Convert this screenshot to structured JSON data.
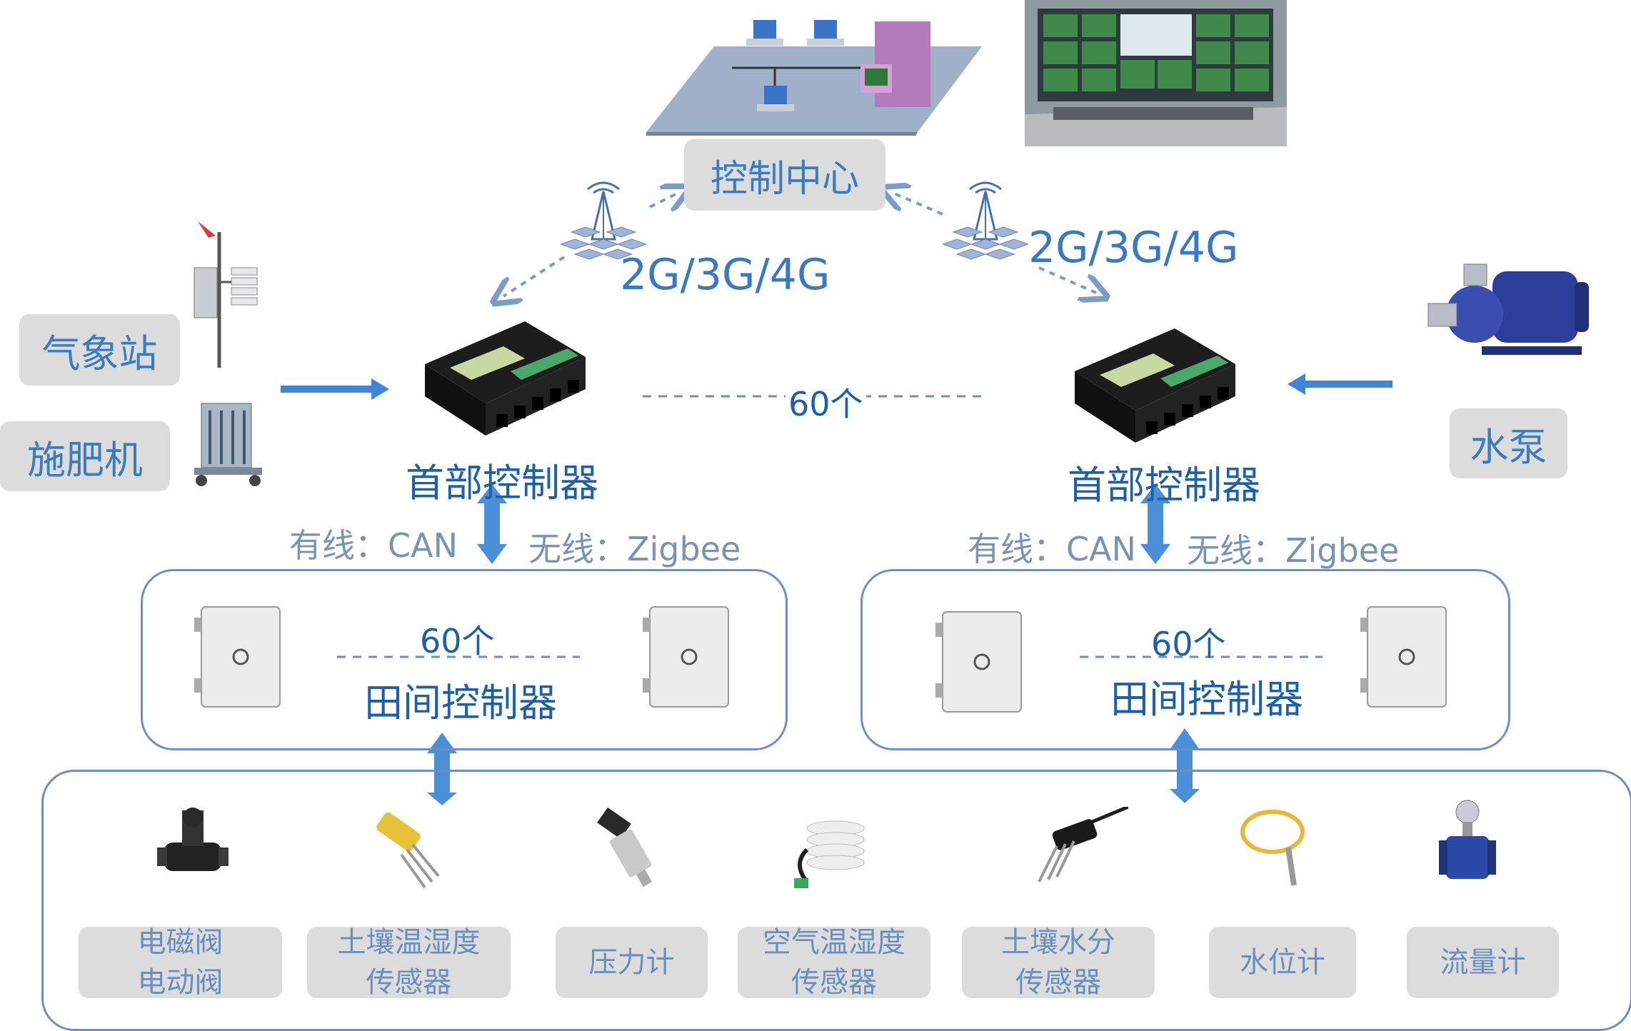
{
  "control_center": {
    "label": "控制中心"
  },
  "networks": {
    "left": "2G/3G/4G",
    "right": "2G/3G/4G"
  },
  "head_controllers": {
    "left_label": "首部控制器",
    "right_label": "首部控制器",
    "count": "60个"
  },
  "inputs_left": [
    {
      "label": "气象站"
    },
    {
      "label": "施肥机"
    }
  ],
  "inputs_right": [
    {
      "label": "水泵"
    }
  ],
  "comm": {
    "left_wired": "有线：CAN",
    "left_wireless": "无线：Zigbee",
    "right_wired": "有线：CAN",
    "right_wireless": "无线：Zigbee"
  },
  "field_groups": {
    "left": {
      "count": "60个",
      "label": "田间控制器"
    },
    "right": {
      "count": "60个",
      "label": "田间控制器"
    }
  },
  "devices": [
    {
      "line1": "电磁阀",
      "line2": "电动阀"
    },
    {
      "line1": "土壤温湿度",
      "line2": "传感器"
    },
    {
      "line1": "压力计",
      "line2": ""
    },
    {
      "line1": "空气温湿度",
      "line2": "传感器"
    },
    {
      "line1": "土壤水分",
      "line2": "传感器"
    },
    {
      "line1": "水位计",
      "line2": ""
    },
    {
      "line1": "流量计",
      "line2": ""
    }
  ],
  "colors": {
    "accent": "#2f6fc0",
    "box_fill": "#dcdcdc",
    "frame": "#6d8fc4",
    "arrow": "#3f86d6"
  }
}
